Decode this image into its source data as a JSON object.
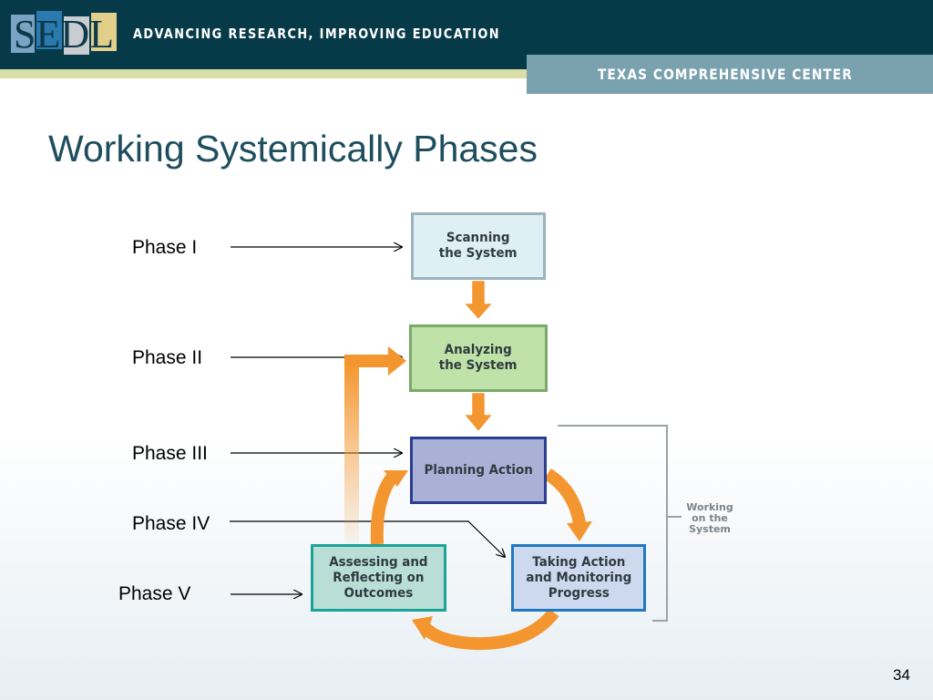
{
  "header": {
    "logo_text": "SEDL",
    "tagline": "ADVANCING RESEARCH, IMPROVING EDUCATION",
    "center_name": "TEXAS COMPREHENSIVE CENTER"
  },
  "slide": {
    "title": "Working Systemically Phases",
    "page_number": "34"
  },
  "diagram": {
    "phases": [
      {
        "label": "Phase I",
        "target": "Scanning the System"
      },
      {
        "label": "Phase II",
        "target": "Analyzing the System"
      },
      {
        "label": "Phase III",
        "target": "Planning Action"
      },
      {
        "label": "Phase IV",
        "target": "Taking Action and Monitoring Progress"
      },
      {
        "label": "Phase V",
        "target": "Assessing and Reflecting on Outcomes"
      }
    ],
    "boxes": {
      "scanning": "Scanning\nthe System",
      "analyzing": "Analyzing\nthe System",
      "planning": "Planning Action",
      "taking_action": "Taking Action\nand Monitoring\nProgress",
      "assessing": "Assessing and\nReflecting on\nOutcomes"
    },
    "bracket_label": "Working\non the\nSystem",
    "colors": {
      "arrow_orange": "#f3962f",
      "header_navy": "#063a48",
      "title_teal": "#1e4e5e"
    }
  }
}
